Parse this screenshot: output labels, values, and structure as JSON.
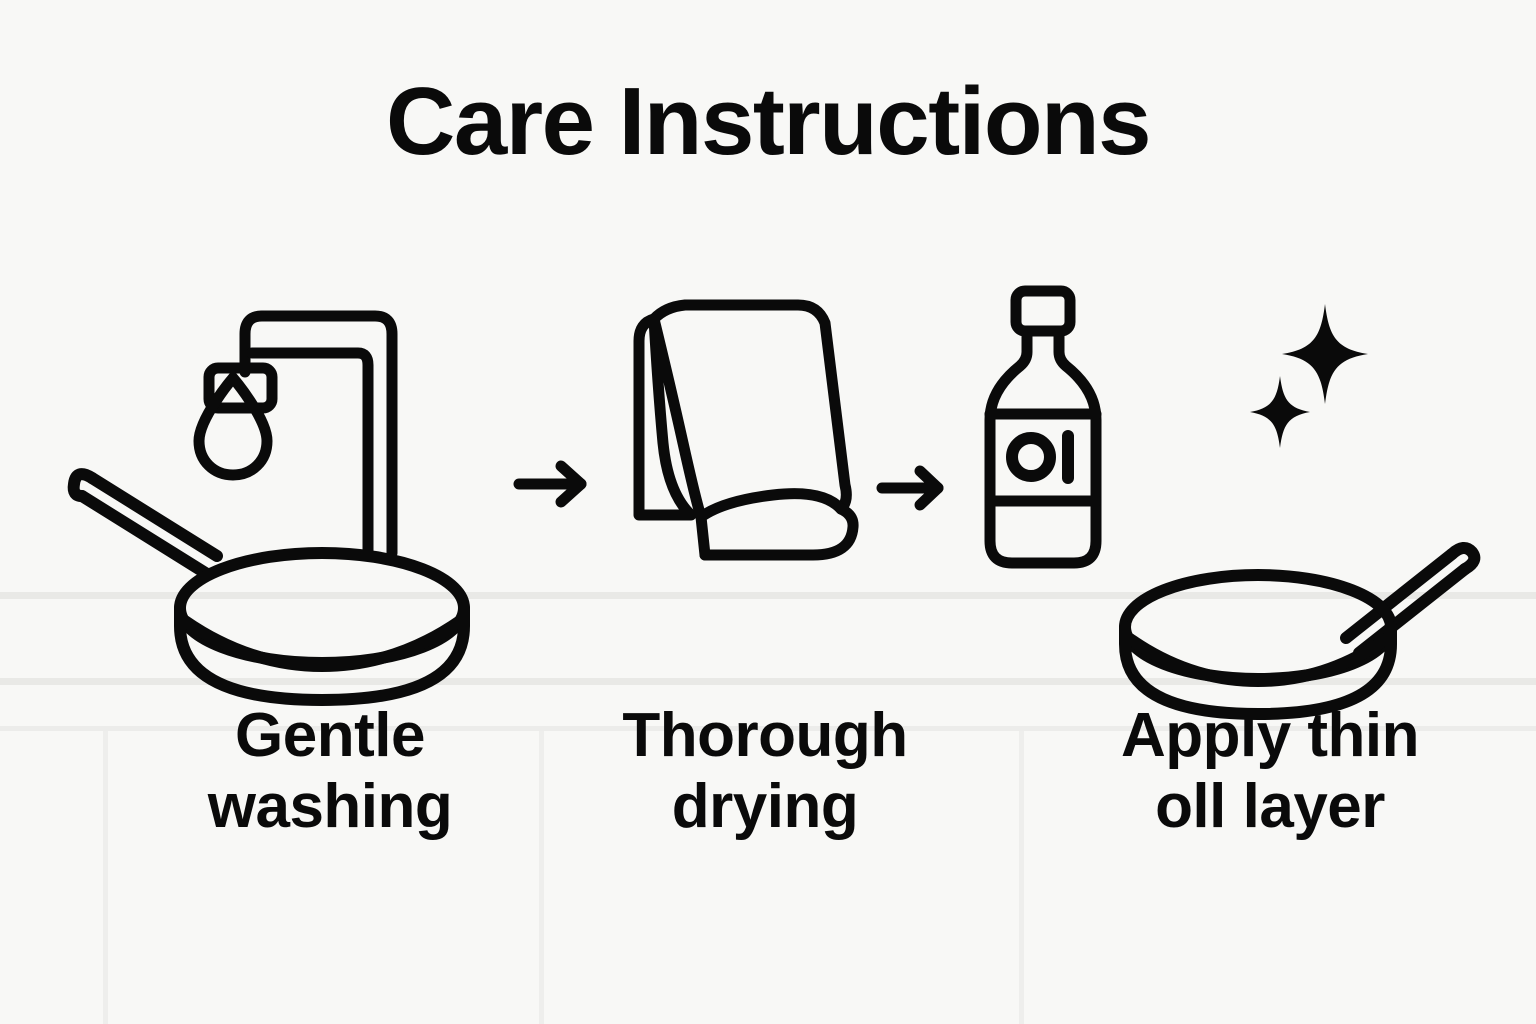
{
  "page": {
    "title": "Care Instructions",
    "background_color": "#f8f8f6",
    "ink_color": "#0a0a0a",
    "grout_color": "#e9e9e6"
  },
  "steps": [
    {
      "index": "1",
      "caption": "Gentle\nwashing",
      "icon": "pan-with-faucet-and-water-drop-icon"
    },
    {
      "index": "2",
      "caption": "Thorough\ndrying",
      "icon": "folded-towel-icon"
    },
    {
      "index": "3",
      "caption": "Apply thin\noll layer",
      "icon": "oil-bottle-and-sparkling-pan-icon"
    }
  ],
  "connectors": [
    {
      "name": "arrow-1",
      "glyph": "right-arrow-icon"
    },
    {
      "name": "arrow-2",
      "glyph": "right-arrow-icon"
    }
  ],
  "bottle": {
    "label_text": "OI"
  }
}
